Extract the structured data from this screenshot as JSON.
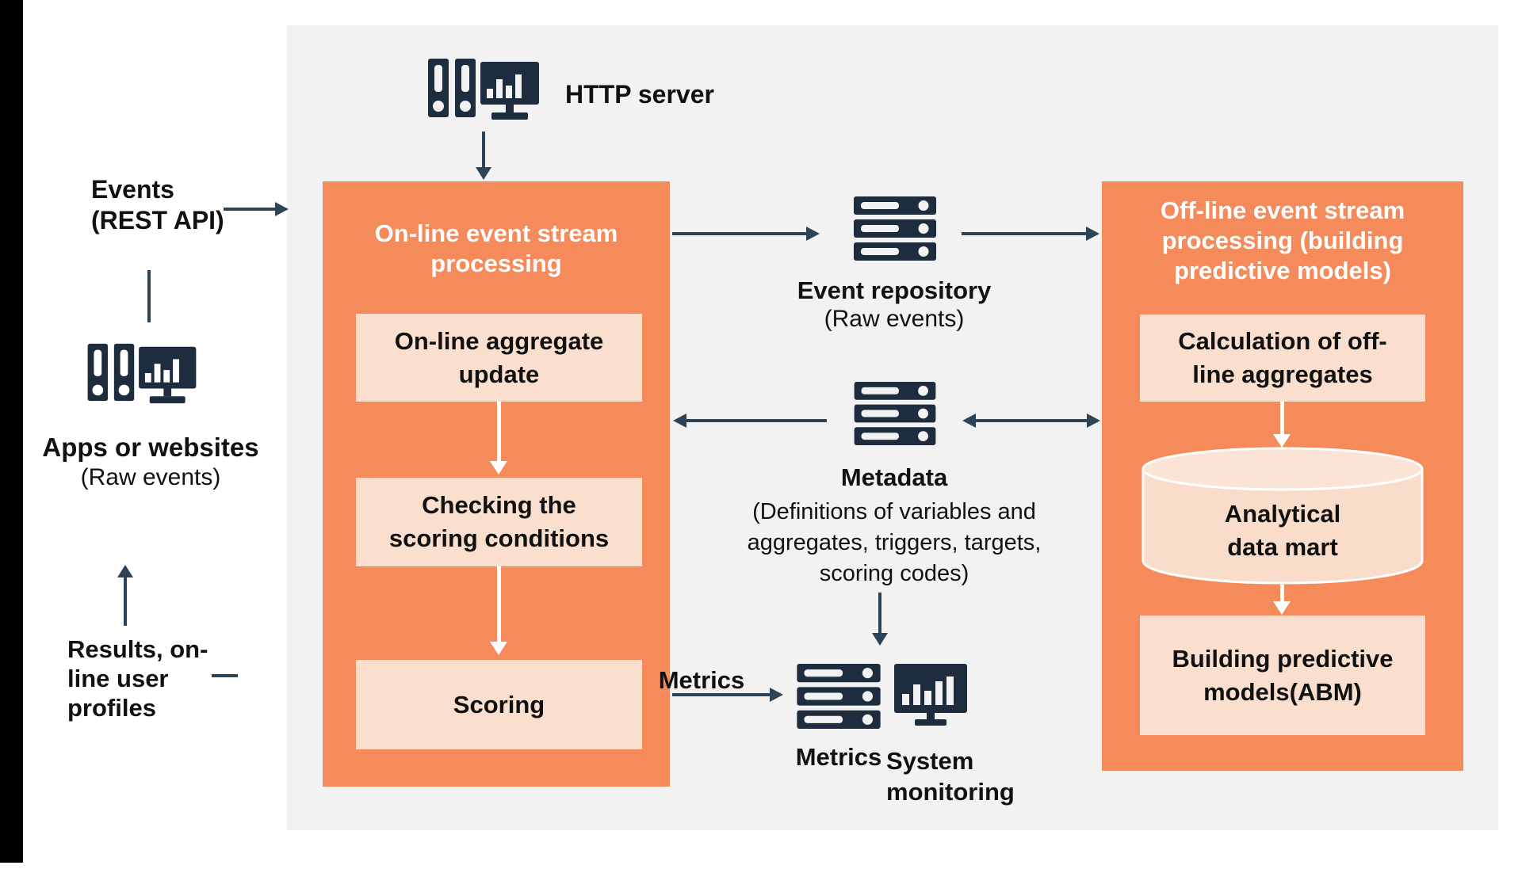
{
  "colors": {
    "orange": "#F58A5B",
    "light_peach": "#FBDFCE",
    "arrow_navy": "#2D4356",
    "icon_navy": "#1D2C3E",
    "canvas_gray": "#F2F2F2",
    "sidebar_black": "#000000",
    "title_white": "#FFFFFF"
  },
  "left_column": {
    "events_line1": "Events",
    "events_line2": "(REST API)",
    "apps_title": "Apps or websites",
    "apps_subtitle": "(Raw events)",
    "results_line1": "Results, on-",
    "results_line2": "line user",
    "results_line3": "profiles"
  },
  "http_server": {
    "label": "HTTP server"
  },
  "online_box": {
    "title_line1": "On-line event stream",
    "title_line2": "processing",
    "step1_line1": "On-line aggregate",
    "step1_line2": "update",
    "step2_line1": "Checking the",
    "step2_line2": "scoring conditions",
    "step3": "Scoring"
  },
  "event_repository": {
    "title": "Event repository",
    "subtitle": "(Raw events)"
  },
  "metadata": {
    "title": "Metadata",
    "desc_line1": "(Definitions of variables and",
    "desc_line2": "aggregates, triggers, targets,",
    "desc_line3": "scoring codes)"
  },
  "metrics": {
    "arrow_label": "Metrics",
    "server_label": "Metrics",
    "monitoring_line1": "System",
    "monitoring_line2": "monitoring"
  },
  "offline_box": {
    "title_line1": "Off-line event stream",
    "title_line2": "processing (building",
    "title_line3": "predictive models)",
    "step1_line1": "Calculation of off-",
    "step1_line2": "line aggregates",
    "datamart_line1": "Analytical",
    "datamart_line2": "data mart",
    "step2_line1": "Building predictive",
    "step2_line2": "models(ABM)"
  }
}
